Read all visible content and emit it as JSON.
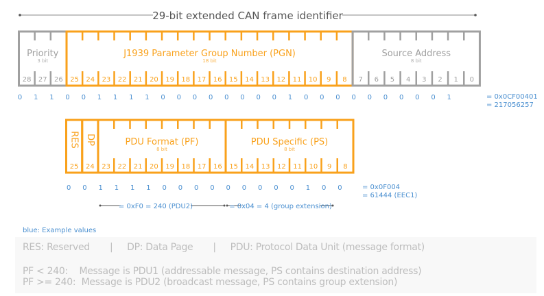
{
  "title": "29-bit extended CAN frame identifier",
  "colors": {
    "orange": "#f9a11b",
    "gray": "#a0a0a0",
    "blue": "#4a8fd0",
    "text_gray": "#bdbdbd"
  },
  "top_fields": [
    {
      "label": "Priority",
      "sub": "3 bit",
      "bits": [
        "28",
        "27",
        "26"
      ],
      "color": "gray"
    },
    {
      "label": "J1939 Parameter Group Number (PGN)",
      "sub": "18 bit",
      "bits": [
        "25",
        "24",
        "23",
        "22",
        "21",
        "20",
        "19",
        "18",
        "17",
        "16",
        "15",
        "14",
        "13",
        "12",
        "11",
        "10",
        "9",
        "8"
      ],
      "color": "orange"
    },
    {
      "label": "Source Address",
      "sub": "8 bit",
      "bits": [
        "7",
        "6",
        "5",
        "4",
        "3",
        "2",
        "1",
        "0"
      ],
      "color": "gray"
    }
  ],
  "top_values": [
    "0",
    "1",
    "1",
    "0",
    "0",
    "1",
    "1",
    "1",
    "1",
    "0",
    "0",
    "0",
    "0",
    "0",
    "0",
    "0",
    "0",
    "1",
    "0",
    "0",
    "0",
    "0",
    "0",
    "0",
    "0",
    "0",
    "0",
    "1"
  ],
  "top_result": {
    "hex": "= 0x0CF00401",
    "dec": "= 217056257"
  },
  "bottom_fields": [
    {
      "label": "RES",
      "sub": "",
      "bits": [
        "25"
      ],
      "vertical": true
    },
    {
      "label": "DP",
      "sub": "",
      "bits": [
        "24"
      ],
      "vertical": true
    },
    {
      "label": "PDU Format (PF)",
      "sub": "8 bit",
      "bits": [
        "23",
        "22",
        "21",
        "20",
        "19",
        "18",
        "17",
        "16"
      ]
    },
    {
      "label": "PDU Specific (PS)",
      "sub": "8 bit",
      "bits": [
        "15",
        "14",
        "13",
        "12",
        "11",
        "10",
        "9",
        "8"
      ]
    }
  ],
  "bottom_values": [
    "0",
    "0",
    "1",
    "1",
    "1",
    "1",
    "0",
    "0",
    "0",
    "0",
    "0",
    "0",
    "0",
    "0",
    "0",
    "1",
    "0",
    "0"
  ],
  "bottom_result": {
    "hex": "= 0x0F004",
    "dec": "= 61444 (EEC1)"
  },
  "brackets": {
    "pf": "= 0xF0  =  240 (PDU2)",
    "ps": "= 0x04  =  4 (group extension)"
  },
  "legend": "blue: Example values",
  "notes": {
    "abbrev": "RES: Reserved       |     DP: Data Page       |     PDU: Protocol Data Unit (message format)",
    "pdu1": "PF < 240:    Message is PDU1 (addressable message, PS contains destination address)",
    "pdu2": "PF >= 240:  Message is PDU2 (broadcast message, PS contains group extension)"
  }
}
